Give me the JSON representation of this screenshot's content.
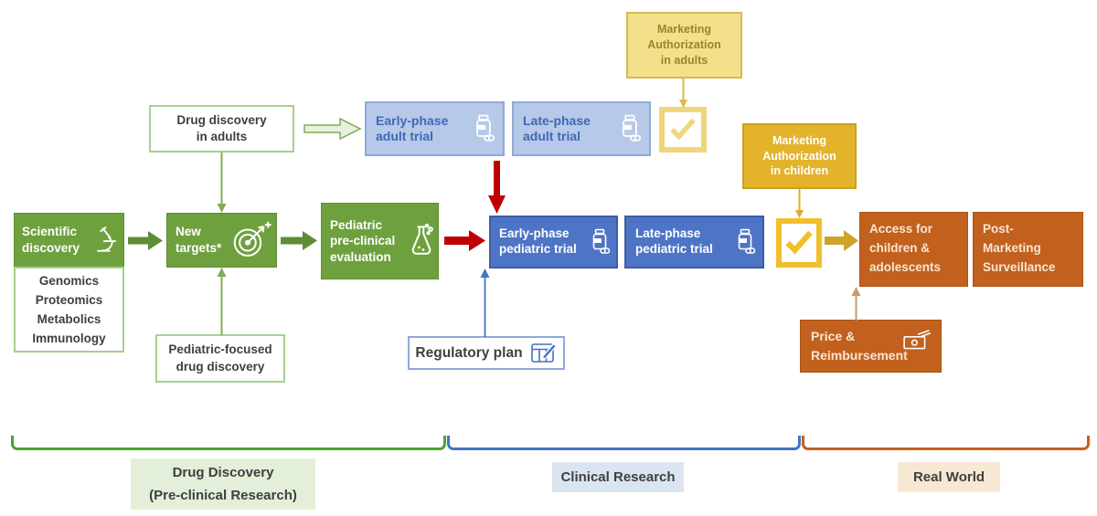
{
  "nodes": {
    "scientific_discovery": {
      "lines": [
        "Scientific",
        "discovery"
      ]
    },
    "discovery_fields": {
      "items": [
        "Genomics",
        "Proteomics",
        "Metabolics",
        "Immunology"
      ]
    },
    "new_targets": {
      "lines": [
        "New",
        "targets*"
      ]
    },
    "drug_discovery_in_adults": {
      "lines": [
        "Drug discovery",
        "in adults"
      ]
    },
    "pediatric_focused_drug_discovery": {
      "lines": [
        "Pediatric-focused",
        "drug discovery"
      ]
    },
    "pediatric_preclinical_evaluation": {
      "lines": [
        "Pediatric",
        "pre-clinical",
        "evaluation"
      ]
    },
    "early_phase_adult_trial": {
      "lines": [
        "Early-phase",
        "adult trial"
      ]
    },
    "late_phase_adult_trial": {
      "lines": [
        "Late-phase",
        "adult trial"
      ]
    },
    "marketing_authorization_adults": {
      "lines": [
        "Marketing",
        "Authorization",
        "in adults"
      ]
    },
    "early_phase_pediatric_trial": {
      "lines": [
        "Early-phase",
        "pediatric trial"
      ]
    },
    "late_phase_pediatric_trial": {
      "lines": [
        "Late-phase",
        "pediatric trial"
      ]
    },
    "marketing_authorization_children": {
      "lines": [
        "Marketing",
        "Authorization",
        "in children"
      ]
    },
    "access_children_adolescents": {
      "lines": [
        "Access for",
        "children &",
        "adolescents"
      ]
    },
    "post_marketing_surveillance": {
      "lines": [
        "Post-",
        "Marketing",
        "Surveillance"
      ]
    },
    "price_reimbursement": {
      "lines": [
        "Price &",
        "Reimbursement"
      ]
    },
    "regulatory_plan": {
      "label": "Regulatory plan"
    }
  },
  "phases": [
    {
      "label_lines": [
        "Drug Discovery",
        "(Pre-clinical Research)"
      ],
      "bracket_color": "#4ca231",
      "label_bg": "#e3efd9"
    },
    {
      "label_lines": [
        "Clinical Research"
      ],
      "bracket_color": "#4472c4",
      "label_bg": "#dbe5f1"
    },
    {
      "label_lines": [
        "Real World"
      ],
      "bracket_color": "#c55f1c",
      "label_bg": "#f7e8d4"
    }
  ],
  "icons": {
    "scientific_discovery": "microscope-icon",
    "new_targets": "target-dart-icon",
    "pediatric_preclinical_evaluation": "flask-icon",
    "adult_trials": "pill-bottle-icon",
    "pediatric_trials": "pill-bottle-icon",
    "marketing_authorization_checkpoints": "checkbox-check-icon",
    "price_reimbursement": "money-icon",
    "regulatory_plan": "document-pencil-icon"
  },
  "colors": {
    "green_box": "#6ea13e",
    "light_green_border": "#a8d08d",
    "light_blue_box": "#b7c9e8",
    "dark_blue_box": "#4e74c5",
    "blue_text": "#4472c4",
    "red_arrow": "#c00000",
    "light_yellow_box": "#f3e08a",
    "gold_box": "#e3b32b",
    "checkbox_yellow_adults": "#eed77a",
    "checkbox_yellow_children": "#f0bf2b",
    "yellow_arrow": "#cda32a",
    "tan_arrow": "#c79b6d",
    "orange_box": "#c2611e"
  }
}
